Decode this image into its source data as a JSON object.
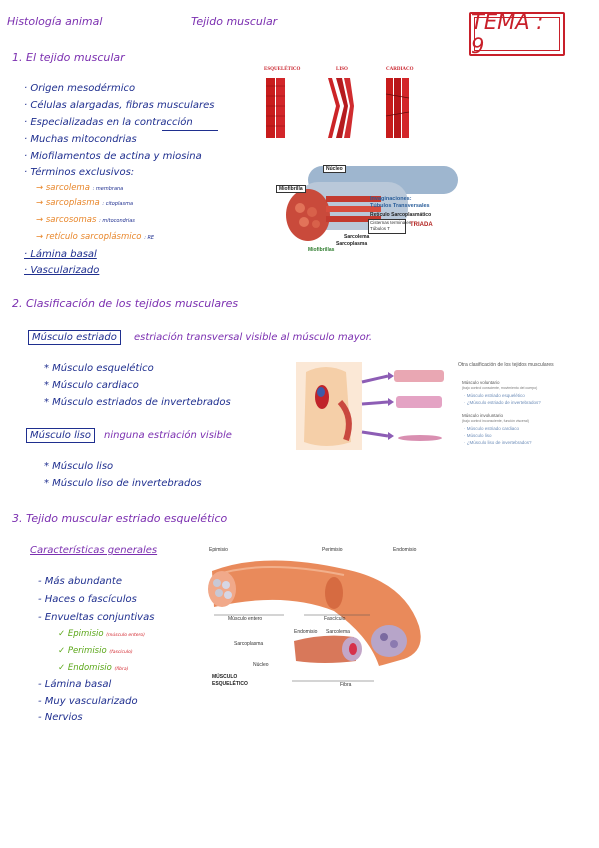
{
  "header": {
    "subject": "Histología animal",
    "topic": "Tejido muscular",
    "tema_label": "TEMA : 9"
  },
  "section1": {
    "title": "1. El tejido muscular",
    "bullets": [
      "· Origen mesodérmico",
      "· Células alargadas, fibras musculares",
      "· Especializadas en la contracción",
      "· Muchas mitocondrias",
      "· Miofilamentos de actina y miosina",
      "· Términos exclusivos:"
    ],
    "terms": [
      {
        "term": "→ sarcolema",
        "note": ": membrana"
      },
      {
        "term": "→ sarcoplasma",
        "note": ": citoplasma"
      },
      {
        "term": "→ sarcosomas",
        "note": ": mitocondrias"
      },
      {
        "term": "→ retículo sarcoplásmico",
        "note": ": RE"
      }
    ],
    "bullets2": [
      "· Lámina basal",
      "· Vascularizado"
    ],
    "fig_types": {
      "labels": [
        "ESQUELÉTICO",
        "LISO",
        "CARDIACO"
      ]
    },
    "fig_fiber": {
      "labels": [
        "Núcleo",
        "Miofibrilla",
        "Invaginaciones:",
        "Túbulos Transversales",
        "Retículo Sarcoplasmático",
        "Cisternas terminales",
        "Túbulos T",
        "TRIADA",
        "Sarcolema",
        "Sarcoplasma",
        "Miofibrillas"
      ]
    }
  },
  "section2": {
    "title": "2. Clasificación de los tejidos musculares",
    "estriado_box": "Músculo estriado",
    "estriado_desc": "estriación transversal visible al músculo mayor.",
    "estriado_items": [
      "* Músculo esquelético",
      "* Músculo cardiaco",
      "* Músculo estriados de invertebrados"
    ],
    "liso_box": "Músculo liso",
    "liso_desc": "ninguna estriación visible",
    "liso_items": [
      "* Músculo liso",
      "* Músculo liso de invertebrados"
    ],
    "panel": {
      "title": "Otra clasificación de los tejidos musculares",
      "h1": "Músculo voluntario",
      "h1_sub": "(bajo control consciente, movimiento del cuerpo)",
      "i1": "· Músculo estriado esquelético",
      "i2": "· ¿Músculo estriado de invertebrados?",
      "h2": "Músculo involuntario",
      "h2_sub": "(bajo control inconsciente, función visceral)",
      "i3": "· Músculo estriado cardiaco",
      "i4": "· Músculo liso",
      "i5": "· ¿Músculo liso de invertebrados?"
    }
  },
  "section3": {
    "title": "3. Tejido muscular estriado esquelético",
    "subtitle": "Características generales",
    "items": [
      "- Más abundante",
      "- Haces o fascículos",
      "- Envueltas conjuntivas"
    ],
    "checks": [
      {
        "term": "✓ Epimisio",
        "note": "(músculo entero)"
      },
      {
        "term": "✓ Perimisio",
        "note": "(fascículo)"
      },
      {
        "term": "✓ Endomisio",
        "note": "(fibra)"
      }
    ],
    "items2": [
      "- Lámina basal",
      "- Muy vascularizado",
      "- Nervios"
    ],
    "fig": {
      "labels": [
        "Epimisio",
        "Perimisio",
        "Endomisio",
        "Músculo entero",
        "Fascículo",
        "Sarcoplasma",
        "Endomisio",
        "Sarcolema",
        "Núcleo",
        "MÚSCULO",
        "ESQUELÉTICO",
        "Fibra"
      ]
    }
  }
}
